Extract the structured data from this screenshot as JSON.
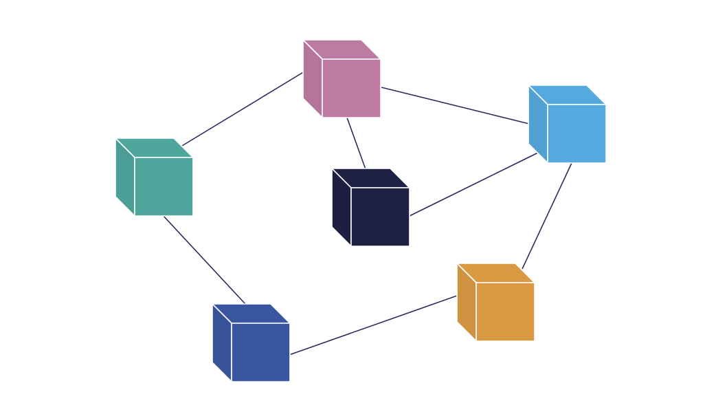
{
  "diagram": {
    "type": "network",
    "nodes": [
      {
        "id": "pink",
        "color": "#bd7aa3"
      },
      {
        "id": "blue",
        "color": "#55a9de"
      },
      {
        "id": "teal",
        "color": "#4fa69d"
      },
      {
        "id": "navy",
        "color": "#1e2044"
      },
      {
        "id": "orange",
        "color": "#d99a43"
      },
      {
        "id": "indigo",
        "color": "#3b56a0"
      }
    ],
    "edges": [
      [
        "teal",
        "pink"
      ],
      [
        "pink",
        "blue"
      ],
      [
        "pink",
        "navy"
      ],
      [
        "navy",
        "blue"
      ],
      [
        "blue",
        "orange"
      ],
      [
        "orange",
        "indigo"
      ],
      [
        "indigo",
        "teal"
      ]
    ],
    "edge_color": "#2b2a5e"
  }
}
